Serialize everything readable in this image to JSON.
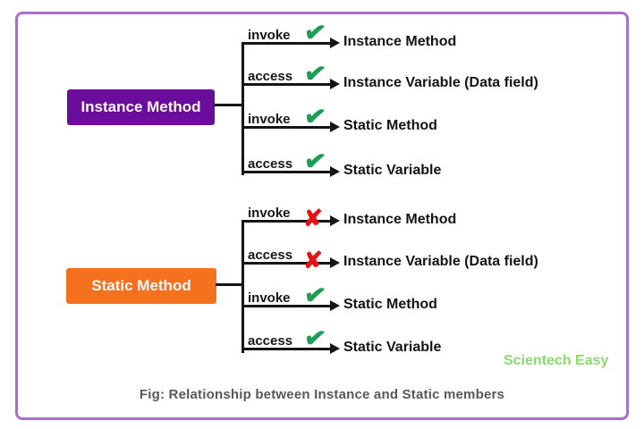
{
  "figure": {
    "caption": "Fig: Relationship between Instance and Static members",
    "watermark": "Scientech Easy"
  },
  "colors": {
    "frame-border": "#aa6ecb",
    "instance-box": "#6b0d9c",
    "static-box": "#f4711d",
    "check-green": "#1e9e55",
    "cross-red": "#e41318",
    "line-black": "#151515",
    "caption-gray": "#58585a",
    "watermark-green": "#8dd96f"
  },
  "icons": {
    "check": "check-icon",
    "cross": "cross-icon",
    "arrow": "arrow-right-icon"
  },
  "diagram": {
    "groups": [
      {
        "source": "Instance Method",
        "rows": [
          {
            "action": "invoke",
            "mark": "check",
            "glyph": "✔",
            "target": "Instance Method"
          },
          {
            "action": "access",
            "mark": "check",
            "glyph": "✔",
            "target": "Instance Variable (Data field)"
          },
          {
            "action": "invoke",
            "mark": "check",
            "glyph": "✔",
            "target": "Static Method"
          },
          {
            "action": "access",
            "mark": "check",
            "glyph": "✔",
            "target": "Static Variable"
          }
        ]
      },
      {
        "source": "Static Method",
        "rows": [
          {
            "action": "invoke",
            "mark": "cross",
            "glyph": "✘",
            "target": "Instance Method"
          },
          {
            "action": "access",
            "mark": "cross",
            "glyph": "✘",
            "target": "Instance Variable (Data field)"
          },
          {
            "action": "invoke",
            "mark": "check",
            "glyph": "✔",
            "target": "Static Method"
          },
          {
            "action": "access",
            "mark": "check",
            "glyph": "✔",
            "target": "Static Variable"
          }
        ]
      }
    ]
  }
}
